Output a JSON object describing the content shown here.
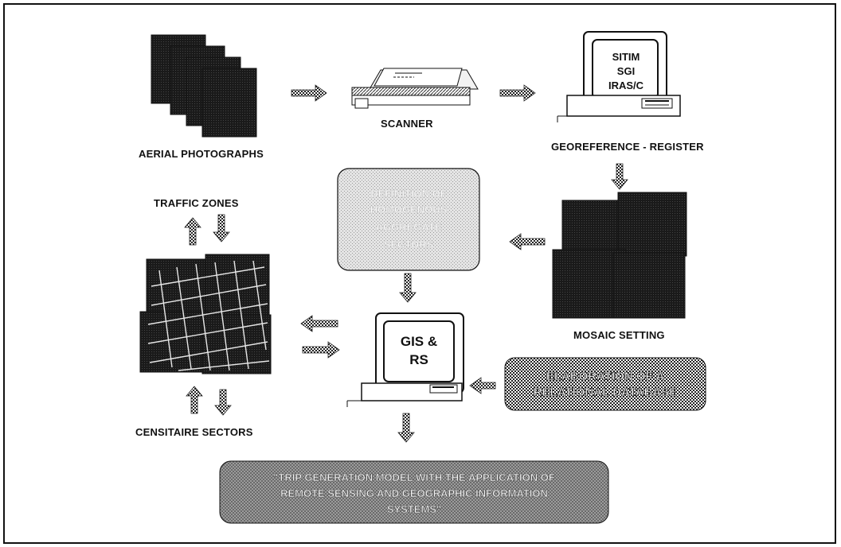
{
  "labels": {
    "aerial_photographs": "AERIAL PHOTOGRAPHS",
    "scanner": "SCANNER",
    "georeference": "GEOREFERENCE - REGISTER",
    "traffic_zones": "TRAFFIC  ZONES",
    "mosaic_setting": "MOSAIC SETTING",
    "censitaire_sectors": "CENSITAIRE SECTORS"
  },
  "computer_top": {
    "screen_lines": [
      "SITIM",
      "SGI",
      "IRAS/C"
    ]
  },
  "computer_gis": {
    "screen_lines": [
      "GIS  &",
      "RS"
    ]
  },
  "boxes": {
    "definition": [
      "DEFINITION OF",
      "HOMOGENOUS",
      "AGGREGATE",
      "SECTORS"
    ],
    "elaboration": [
      "ELABORATION  OF  A",
      "RELATIONAL DATABASE"
    ],
    "trip_model": [
      "\"TRIP GENERATION MODEL WITH THE APPLICATION OF",
      "REMOTE  SENSING  AND   GEOGRAPHIC  INFORMATION",
      "SYSTEMS\""
    ]
  },
  "icons": [
    "photo-stack-icon",
    "scanner-icon",
    "computer-icon",
    "mosaic-icon",
    "street-grid-icon",
    "arrow-icon"
  ]
}
